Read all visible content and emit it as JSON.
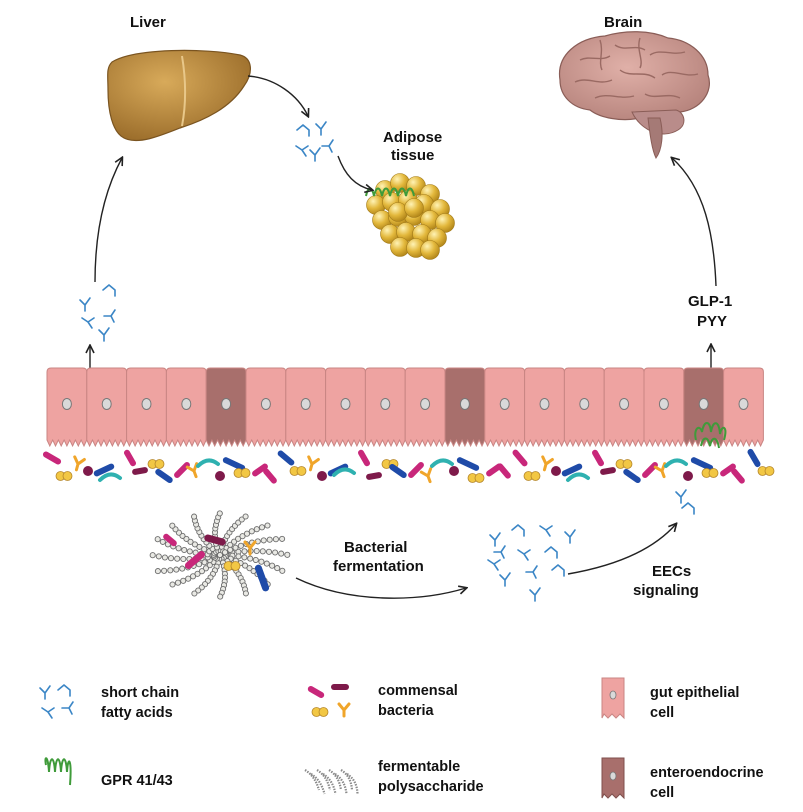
{
  "labels": {
    "liver": "Liver",
    "brain": "Brain",
    "adipose_line1": "Adipose",
    "adipose_line2": "tissue",
    "glp1": "GLP-1",
    "pyy": "PYY",
    "fermentation_line1": "Bacterial",
    "fermentation_line2": "fermentation",
    "eecs_line1": "EECs",
    "eecs_line2": "signaling"
  },
  "legend": {
    "scfa": {
      "line1": "short chain",
      "line2": "fatty acids",
      "icon": "scfa-molecule-icon"
    },
    "bacteria": {
      "line1": "commensal",
      "line2": "bacteria",
      "icon": "bacteria-icon"
    },
    "epithelial": {
      "line1": "gut epithelial",
      "line2": "cell",
      "icon": "epithelial-cell-icon"
    },
    "gpr": {
      "line1": "GPR 41/43",
      "icon": "receptor-icon"
    },
    "polysaccharide": {
      "line1": "fermentable",
      "line2": "polysaccharide",
      "icon": "polysaccharide-icon"
    },
    "enteroendocrine": {
      "line1": "enteroendocrine",
      "line2": "cell",
      "icon": "enteroendocrine-cell-icon"
    }
  },
  "colors": {
    "epithelial": "#eea3a1",
    "epithelial_border": "#c98583",
    "enteroendocrine": "#a86f6c",
    "liver": "#b8893e",
    "brain": "#c9958f",
    "adipose": "#e0b73c",
    "receptor": "#3f9b3a",
    "scfa": "#3b86c6",
    "bacteria_magenta": "#c8277a",
    "bacteria_purple": "#7e1a4a",
    "bacteria_orange": "#f0a52a",
    "bacteria_yellow": "#f2c744",
    "bacteria_blue": "#1f4ba8",
    "bacteria_teal": "#2fb1b0"
  }
}
